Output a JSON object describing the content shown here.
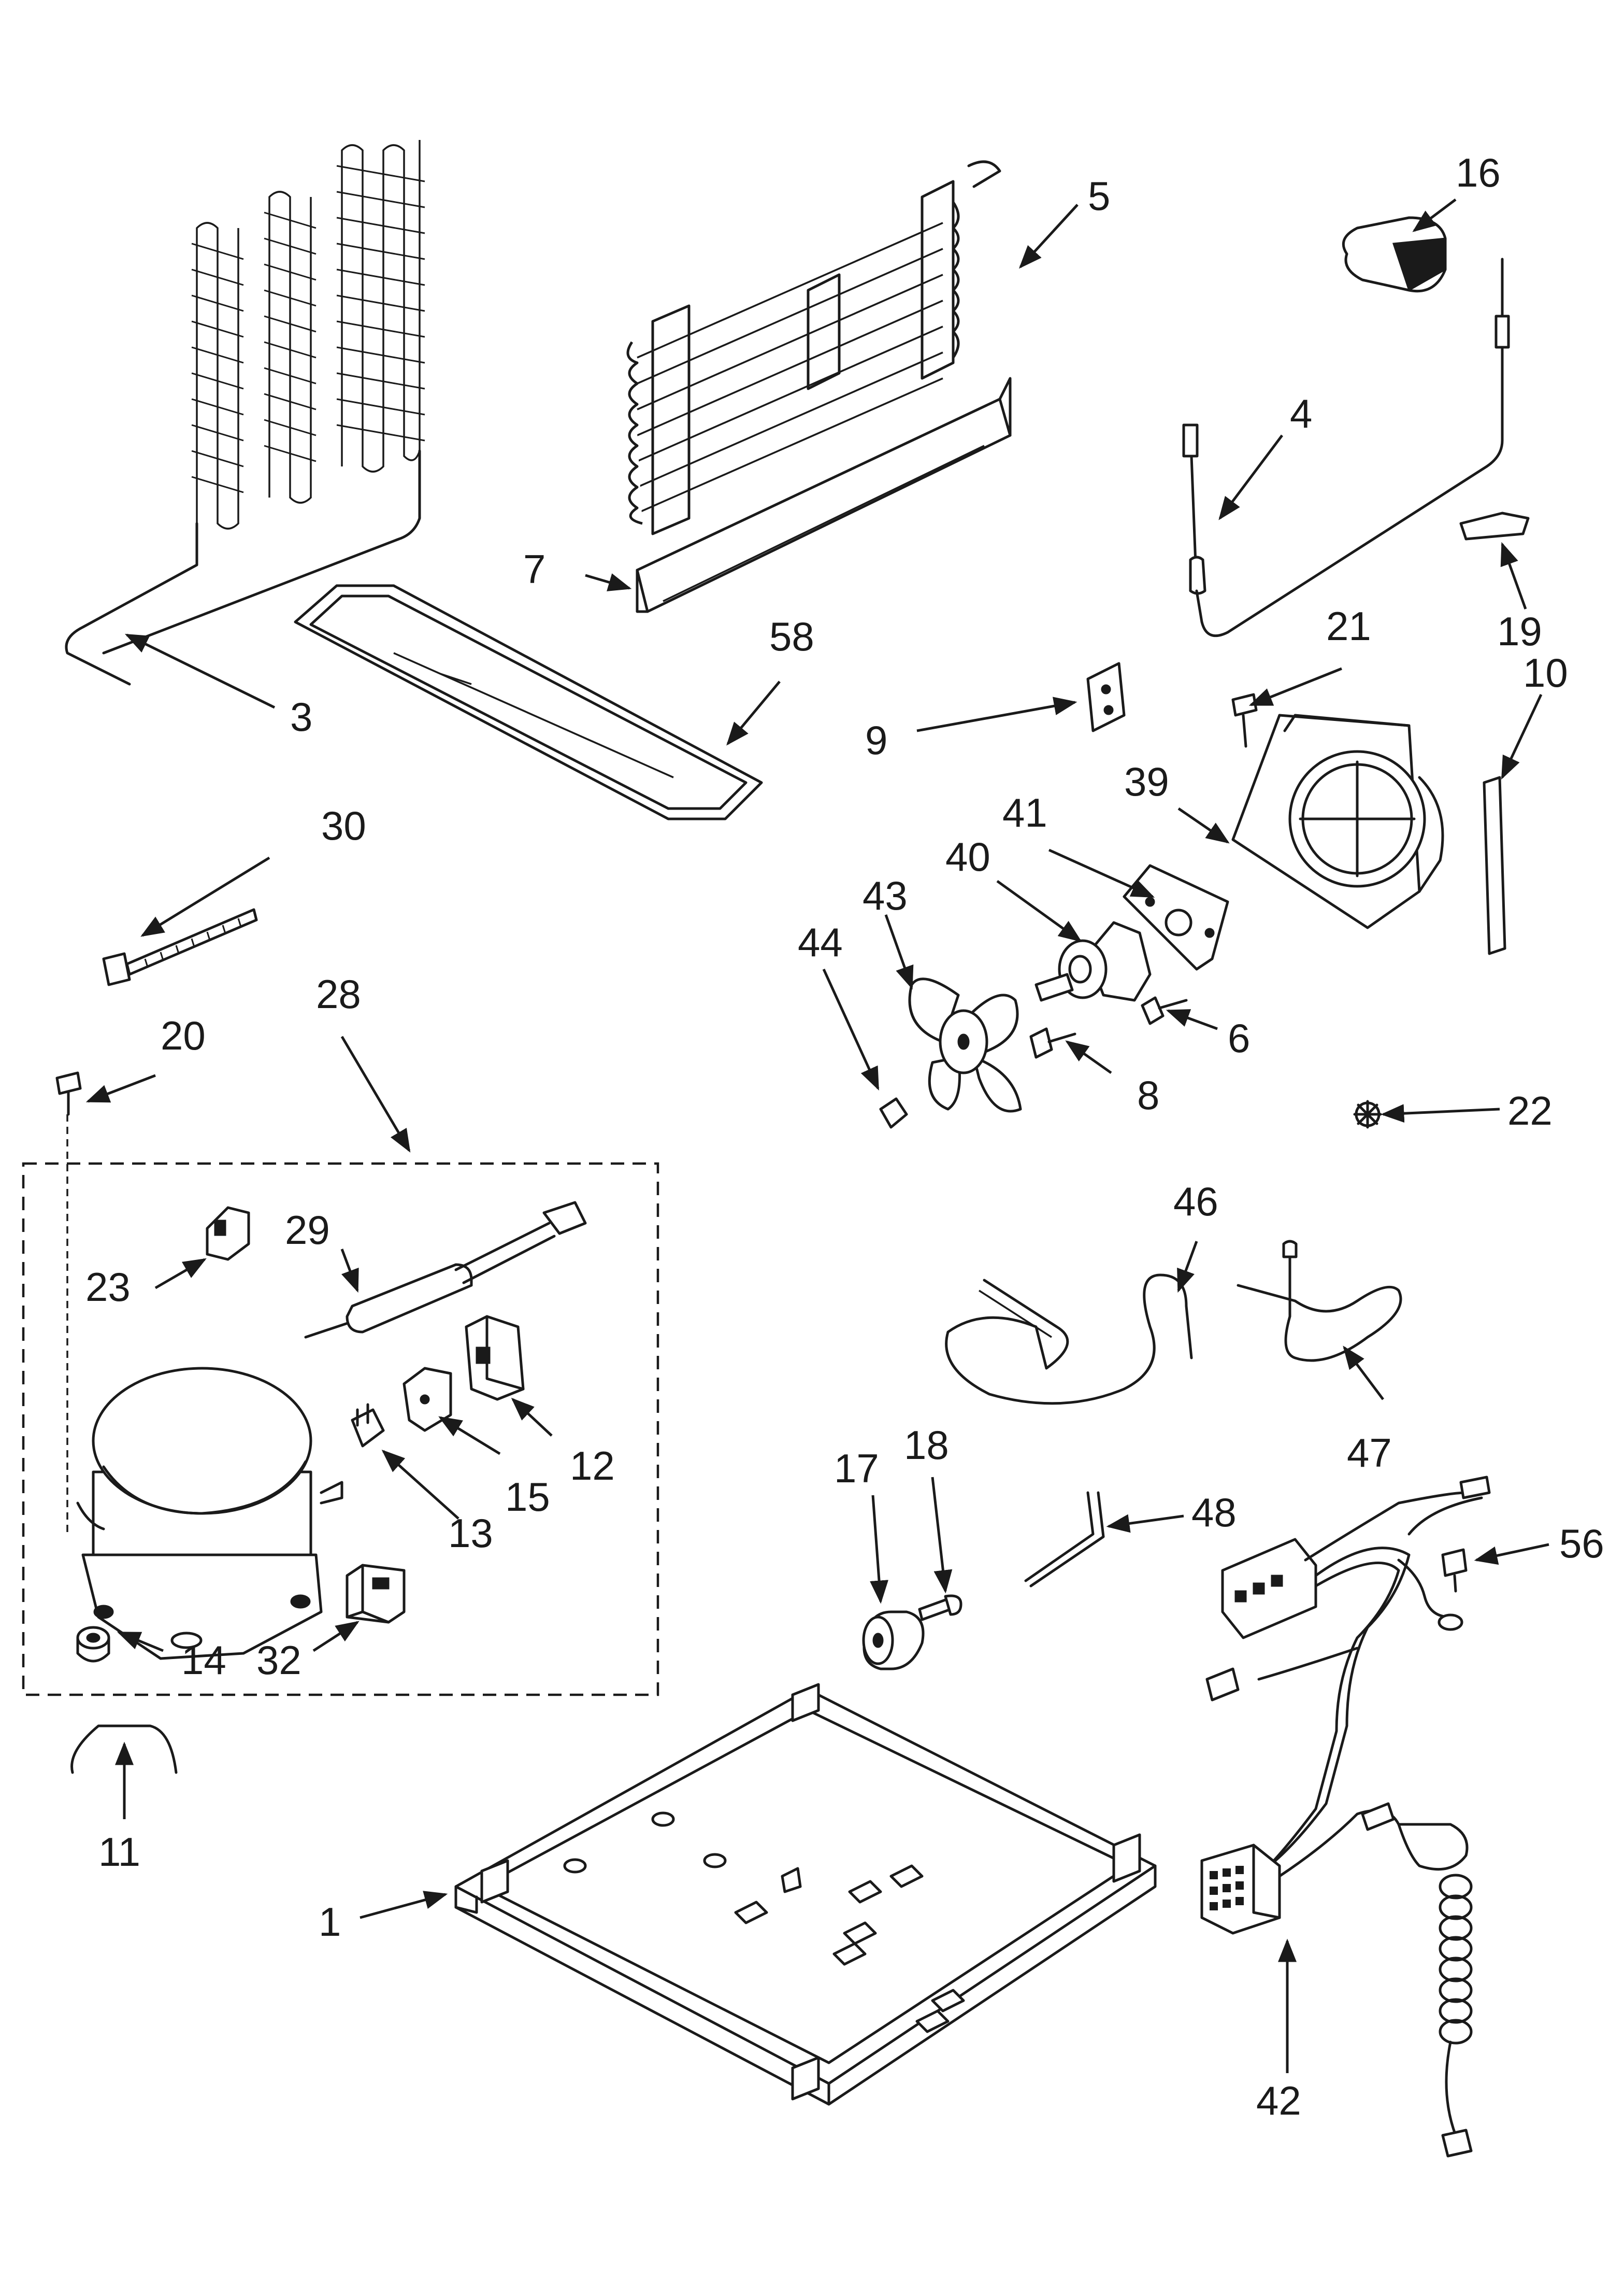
{
  "callouts": {
    "c1": "1",
    "c3": "3",
    "c4": "4",
    "c5": "5",
    "c6": "6",
    "c7": "7",
    "c8": "8",
    "c9": "9",
    "c10": "10",
    "c11": "11",
    "c12": "12",
    "c13": "13",
    "c14": "14",
    "c15": "15",
    "c16": "16",
    "c17": "17",
    "c18": "18",
    "c19": "19",
    "c20": "20",
    "c21": "21",
    "c22": "22",
    "c23": "23",
    "c28": "28",
    "c29": "29",
    "c30": "30",
    "c32": "32",
    "c39": "39",
    "c40": "40",
    "c41": "41",
    "c42": "42",
    "c43": "43",
    "c44": "44",
    "c46": "46",
    "c47": "47",
    "c48": "48",
    "c56": "56",
    "c58": "58"
  }
}
